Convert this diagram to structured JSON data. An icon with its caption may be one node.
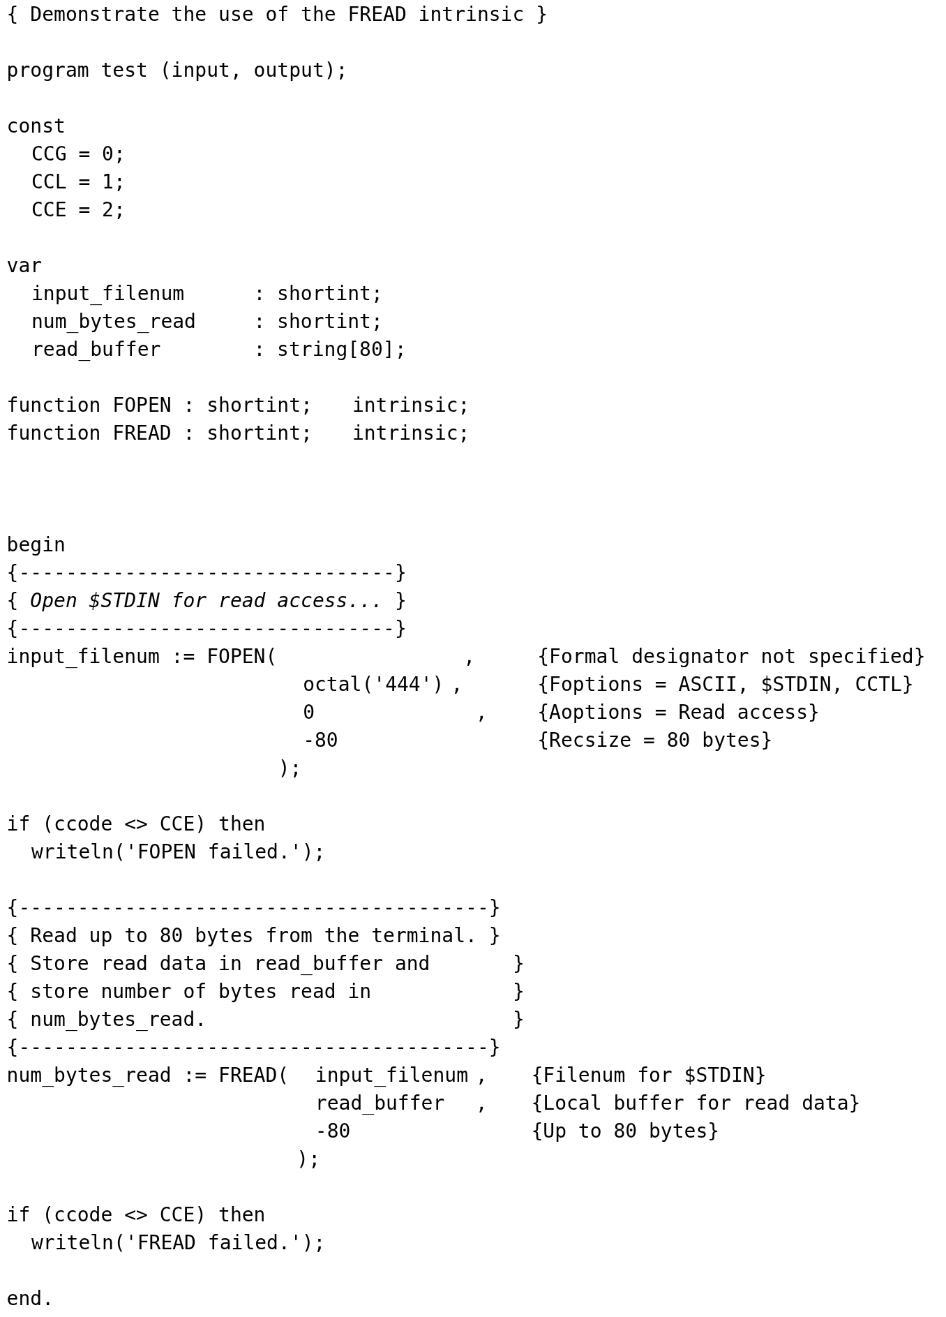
{
  "diagram": {
    "labels": [
      "{ Demonstrate the use of the FREAD intrinsic }",
      "program test (input, output);",
      "const",
      "CCG = 0;",
      "CCL = 1;",
      "CCE = 2;",
      "var",
      "input_filenum",
      ": shortint;",
      "num_bytes_read",
      ": shortint;",
      "read_buffer",
      ": string[80];",
      "function FOPEN : shortint;",
      "intrinsic;",
      "function FREAD : shortint;",
      "intrinsic;",
      "begin",
      "{--------------------------------}",
      "{ *Open $STDIN for read access...* }",
      "{--------------------------------}",
      "input_filenum := FOPEN(",
      ",",
      "{Formal designator not specified}",
      "octal('444')",
      ",",
      "{Foptions = ASCII, $STDIN, CCTL}",
      "0",
      ",",
      "{Aoptions = Read access}",
      "-80",
      "{Recsize = 80 bytes}",
      ");",
      "if (ccode <> CCE) then",
      "writeln('FOPEN failed.');",
      "{----------------------------------------}",
      "{ Read up to 80 bytes from the terminal. }",
      "{ Store read data in read_buffer and",
      "}",
      "{ store number of bytes read in",
      "}",
      "{ num_bytes_read.",
      "}",
      "{----------------------------------------}",
      "num_bytes_read := FREAD(",
      "input_filenum",
      ",",
      "{Filenum for $STDIN}",
      "read_buffer",
      ",",
      "{Local buffer for read data}",
      "-80",
      "{Up to 80 bytes}",
      ");",
      "if (ccode <> CCE) then",
      "writeln('FREAD failed.');",
      "end."
    ]
  }
}
